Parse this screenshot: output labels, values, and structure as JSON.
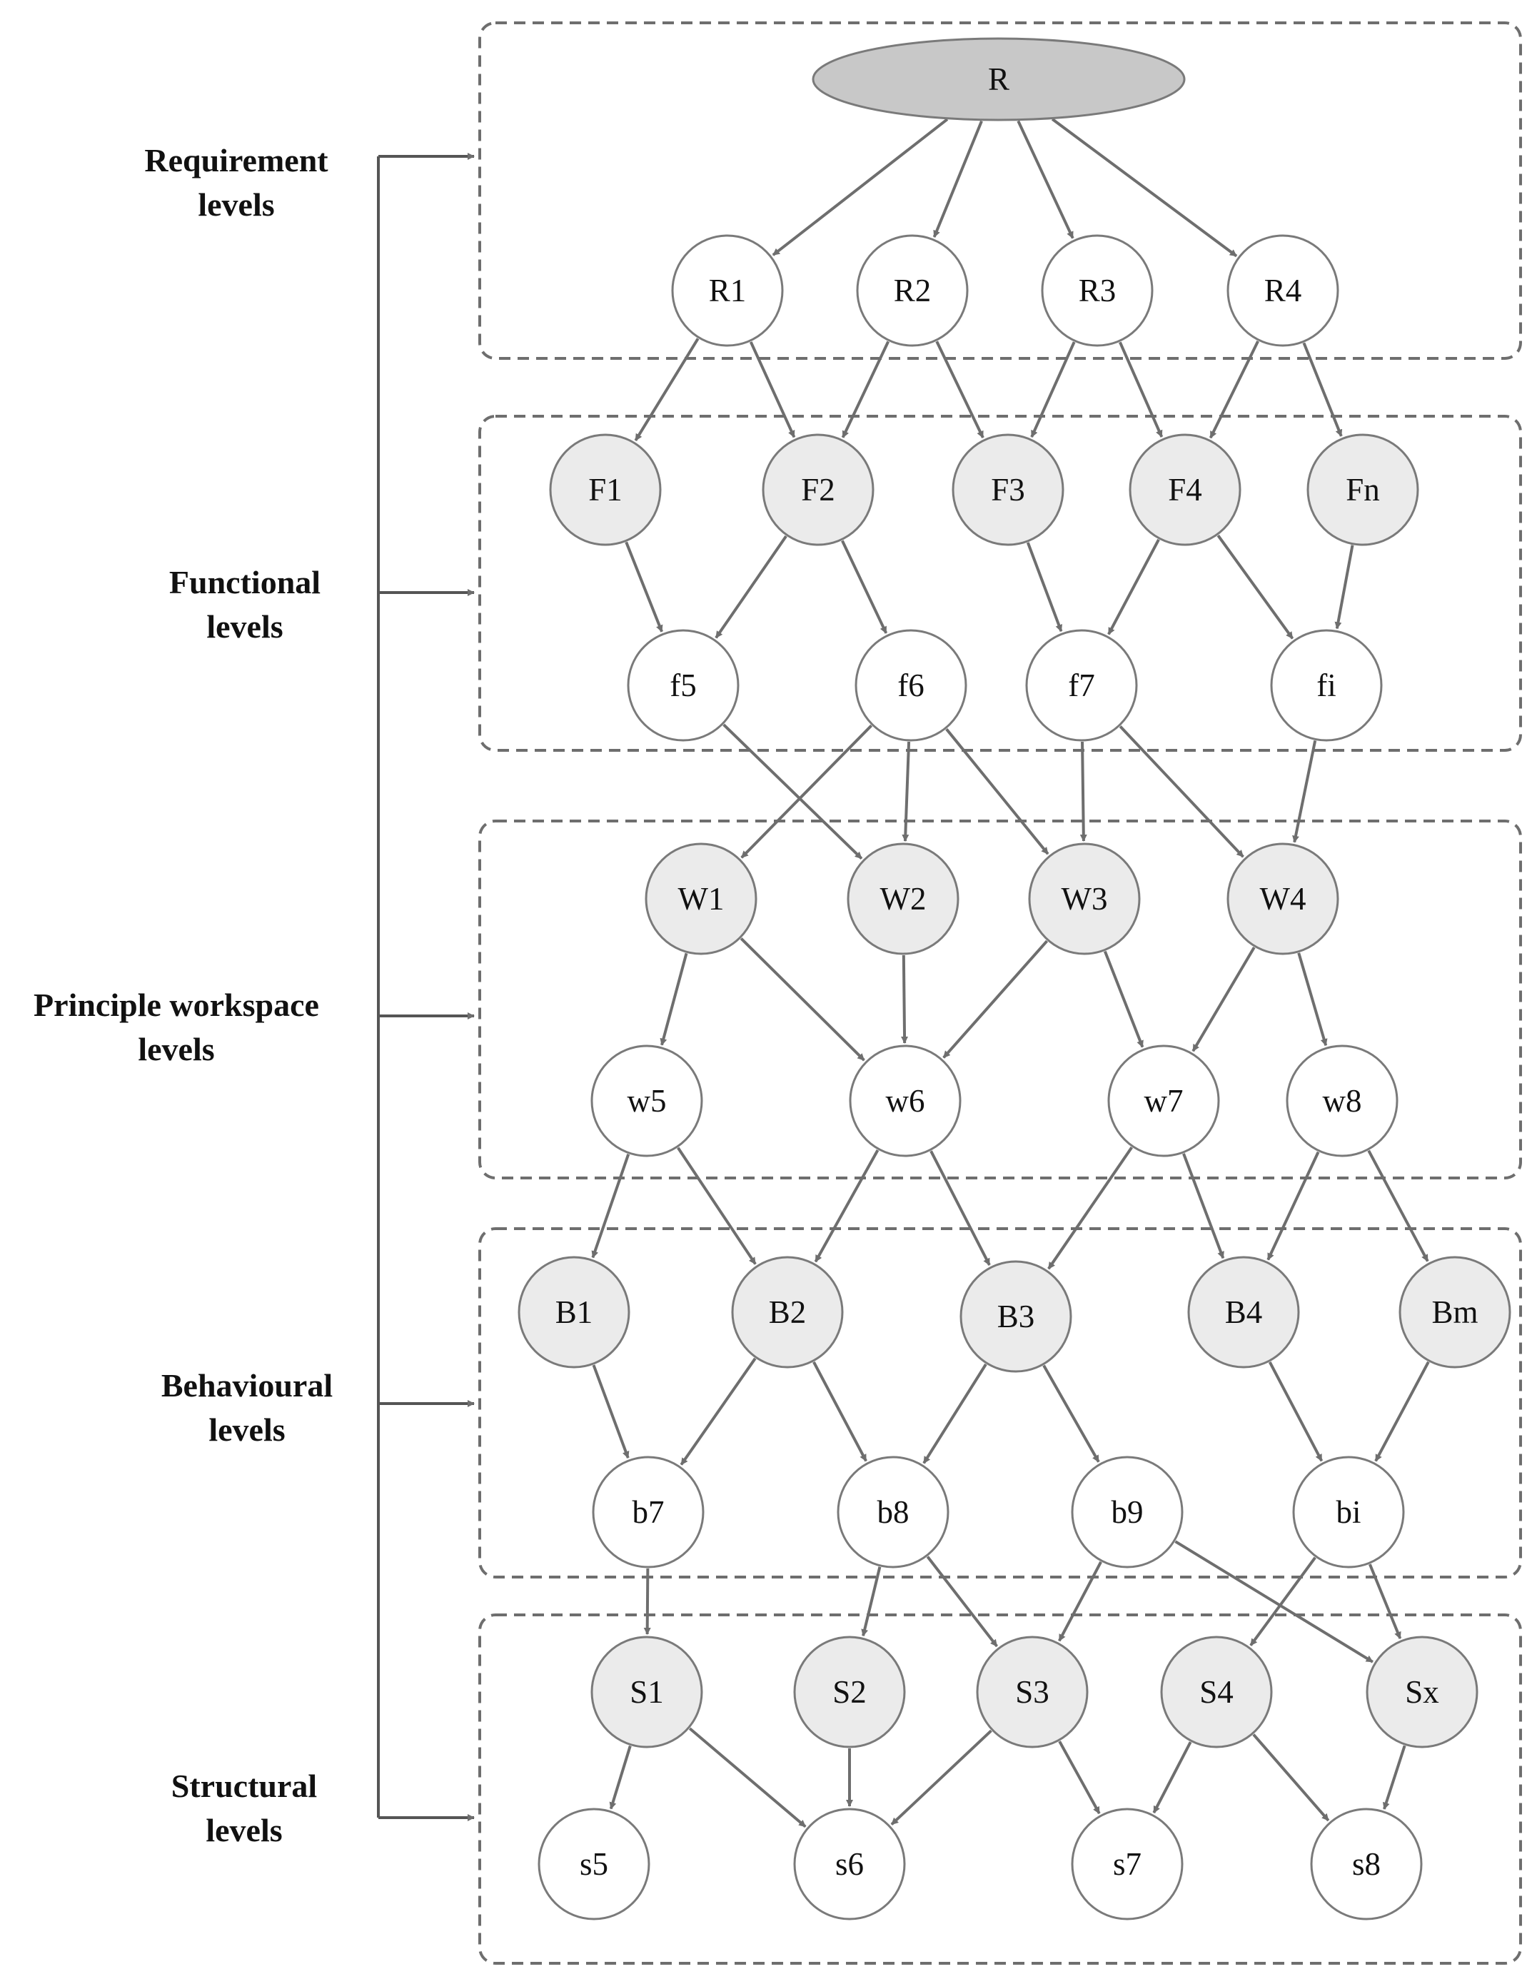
{
  "colors": {
    "background": "#ffffff",
    "node_white": "#ffffff",
    "node_light": "#ebebeb",
    "node_dark": "#c8c8c8",
    "stroke": "#7a7a7a",
    "edge": "#6e6e6e",
    "box": "#6e6e6e"
  },
  "levels": [
    {
      "id": "requirement",
      "lines": [
        "Requirement",
        "levels"
      ]
    },
    {
      "id": "functional",
      "lines": [
        "Functional",
        "levels"
      ]
    },
    {
      "id": "principle",
      "lines": [
        "Principle workspace",
        "levels"
      ]
    },
    {
      "id": "behavioural",
      "lines": [
        "Behavioural",
        "levels"
      ]
    },
    {
      "id": "structural",
      "lines": [
        "Structural",
        "levels"
      ]
    }
  ],
  "nodes": [
    {
      "id": "R",
      "label": "R",
      "fill": "dark",
      "shape": "ellipse"
    },
    {
      "id": "R1",
      "label": "R1",
      "fill": "white"
    },
    {
      "id": "R2",
      "label": "R2",
      "fill": "white"
    },
    {
      "id": "R3",
      "label": "R3",
      "fill": "white"
    },
    {
      "id": "R4",
      "label": "R4",
      "fill": "white"
    },
    {
      "id": "F1",
      "label": "F1",
      "fill": "light"
    },
    {
      "id": "F2",
      "label": "F2",
      "fill": "light"
    },
    {
      "id": "F3",
      "label": "F3",
      "fill": "light"
    },
    {
      "id": "F4",
      "label": "F4",
      "fill": "light"
    },
    {
      "id": "Fn",
      "label": "Fn",
      "fill": "light"
    },
    {
      "id": "f5",
      "label": "f5",
      "fill": "white"
    },
    {
      "id": "f6",
      "label": "f6",
      "fill": "white"
    },
    {
      "id": "f7",
      "label": "f7",
      "fill": "white"
    },
    {
      "id": "fi",
      "label": "fi",
      "fill": "white"
    },
    {
      "id": "W1",
      "label": "W1",
      "fill": "light"
    },
    {
      "id": "W2",
      "label": "W2",
      "fill": "light"
    },
    {
      "id": "W3",
      "label": "W3",
      "fill": "light"
    },
    {
      "id": "W4",
      "label": "W4",
      "fill": "light"
    },
    {
      "id": "w5",
      "label": "w5",
      "fill": "white"
    },
    {
      "id": "w6",
      "label": "w6",
      "fill": "white"
    },
    {
      "id": "w7",
      "label": "w7",
      "fill": "white"
    },
    {
      "id": "w8",
      "label": "w8",
      "fill": "white"
    },
    {
      "id": "B1",
      "label": "B1",
      "fill": "light"
    },
    {
      "id": "B2",
      "label": "B2",
      "fill": "light"
    },
    {
      "id": "B3",
      "label": "B3",
      "fill": "light"
    },
    {
      "id": "B4",
      "label": "B4",
      "fill": "light"
    },
    {
      "id": "Bm",
      "label": "Bm",
      "fill": "light"
    },
    {
      "id": "b7",
      "label": "b7",
      "fill": "white"
    },
    {
      "id": "b8",
      "label": "b8",
      "fill": "white"
    },
    {
      "id": "b9",
      "label": "b9",
      "fill": "white"
    },
    {
      "id": "bi",
      "label": "bi",
      "fill": "white"
    },
    {
      "id": "S1",
      "label": "S1",
      "fill": "light"
    },
    {
      "id": "S2",
      "label": "S2",
      "fill": "light"
    },
    {
      "id": "S3",
      "label": "S3",
      "fill": "light"
    },
    {
      "id": "S4",
      "label": "S4",
      "fill": "light"
    },
    {
      "id": "Sx",
      "label": "Sx",
      "fill": "light"
    },
    {
      "id": "s5",
      "label": "s5",
      "fill": "white"
    },
    {
      "id": "s6",
      "label": "s6",
      "fill": "white"
    },
    {
      "id": "s7",
      "label": "s7",
      "fill": "white"
    },
    {
      "id": "s8",
      "label": "s8",
      "fill": "white"
    }
  ],
  "edges": [
    [
      "R",
      "R1"
    ],
    [
      "R",
      "R2"
    ],
    [
      "R",
      "R3"
    ],
    [
      "R",
      "R4"
    ],
    [
      "R1",
      "F1"
    ],
    [
      "R1",
      "F2"
    ],
    [
      "R2",
      "F2"
    ],
    [
      "R2",
      "F3"
    ],
    [
      "R3",
      "F3"
    ],
    [
      "R3",
      "F4"
    ],
    [
      "R4",
      "F4"
    ],
    [
      "R4",
      "Fn"
    ],
    [
      "F1",
      "f5"
    ],
    [
      "F2",
      "f5"
    ],
    [
      "F2",
      "f6"
    ],
    [
      "F3",
      "f7"
    ],
    [
      "F4",
      "f7"
    ],
    [
      "F4",
      "fi"
    ],
    [
      "Fn",
      "fi"
    ],
    [
      "f5",
      "W2"
    ],
    [
      "f6",
      "W1"
    ],
    [
      "f6",
      "W2"
    ],
    [
      "f6",
      "W3"
    ],
    [
      "f7",
      "W3"
    ],
    [
      "f7",
      "W4"
    ],
    [
      "fi",
      "W4"
    ],
    [
      "W1",
      "w5"
    ],
    [
      "W1",
      "w6"
    ],
    [
      "W2",
      "w6"
    ],
    [
      "W3",
      "w6"
    ],
    [
      "W3",
      "w7"
    ],
    [
      "W4",
      "w7"
    ],
    [
      "W4",
      "w8"
    ],
    [
      "w5",
      "B1"
    ],
    [
      "w5",
      "B2"
    ],
    [
      "w6",
      "B2"
    ],
    [
      "w6",
      "B3"
    ],
    [
      "w7",
      "B3"
    ],
    [
      "w7",
      "B4"
    ],
    [
      "w8",
      "B4"
    ],
    [
      "w8",
      "Bm"
    ],
    [
      "B1",
      "b7"
    ],
    [
      "B2",
      "b7"
    ],
    [
      "B2",
      "b8"
    ],
    [
      "B3",
      "b8"
    ],
    [
      "B3",
      "b9"
    ],
    [
      "B4",
      "bi"
    ],
    [
      "Bm",
      "bi"
    ],
    [
      "b7",
      "S1"
    ],
    [
      "b8",
      "S2"
    ],
    [
      "b8",
      "S3"
    ],
    [
      "b9",
      "S3"
    ],
    [
      "b9",
      "Sx"
    ],
    [
      "bi",
      "S4"
    ],
    [
      "bi",
      "Sx"
    ],
    [
      "S1",
      "s5"
    ],
    [
      "S1",
      "s6"
    ],
    [
      "S2",
      "s6"
    ],
    [
      "S3",
      "s6"
    ],
    [
      "S3",
      "s7"
    ],
    [
      "S4",
      "s7"
    ],
    [
      "S4",
      "s8"
    ],
    [
      "Sx",
      "s8"
    ]
  ]
}
